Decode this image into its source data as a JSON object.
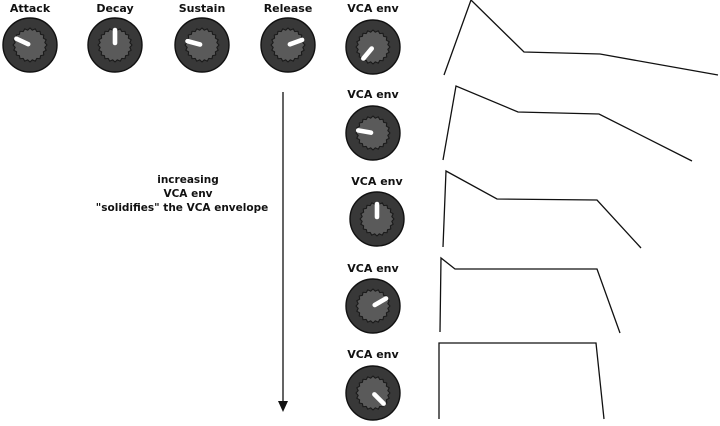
{
  "top_controls": [
    {
      "label": "Attack",
      "angle": -65
    },
    {
      "label": "Decay",
      "angle": 0
    },
    {
      "label": "Sustain",
      "angle": -75
    },
    {
      "label": "Release",
      "angle": 70
    }
  ],
  "vca_label": "VCA env",
  "vca_knobs": [
    {
      "angle": -140
    },
    {
      "angle": -80
    },
    {
      "angle": 0
    },
    {
      "angle": 60
    },
    {
      "angle": 135
    }
  ],
  "annotation": {
    "line1": "increasing",
    "line2": "VCA env",
    "line3": "\"solidifies\" the VCA envelope"
  }
}
